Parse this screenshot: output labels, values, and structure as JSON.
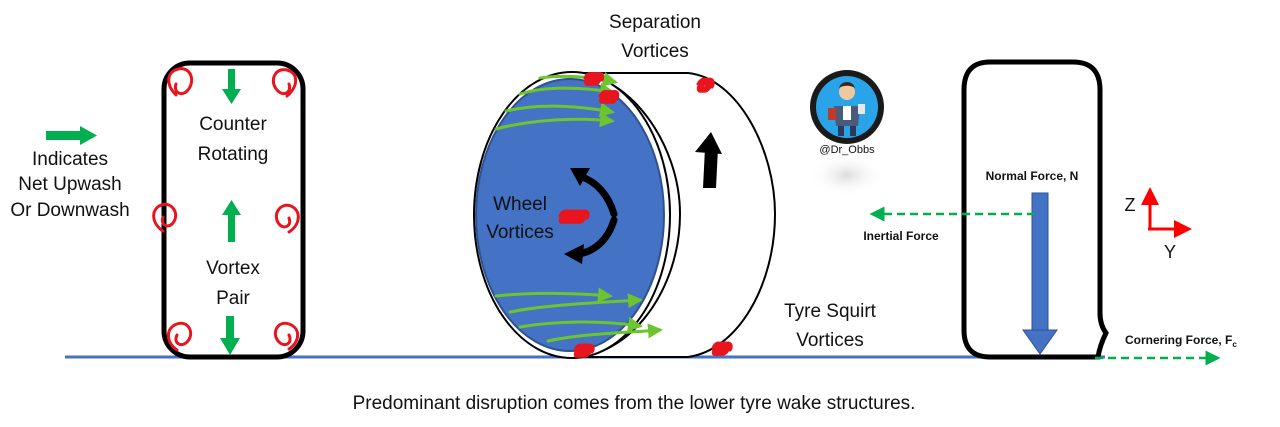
{
  "labels": {
    "legend_text": [
      "Indicates",
      "Net Upwash",
      "Or Downwash"
    ],
    "counter_rotating": [
      "Counter",
      "Rotating"
    ],
    "vortex_pair": [
      "Vortex",
      "Pair"
    ],
    "separation_vortices": [
      "Separation",
      "Vortices"
    ],
    "wheel_vortices": [
      "Wheel",
      "Vortices"
    ],
    "tyre_squirt_vortices": [
      "Tyre Squirt",
      "Vortices"
    ],
    "handle": "@Dr_Obbs",
    "normal_force": "Normal Force, N",
    "inertial_force": "Inertial Force",
    "cornering_force": "Cornering Force, F",
    "cornering_force_sub": "c",
    "axis_z": "Z",
    "axis_y": "Y",
    "caption": "Predominant disruption comes from the lower tyre wake structures."
  },
  "colors": {
    "ground": "#4472c4",
    "vortex": "#e8141e",
    "flow_arrow": "#00b050",
    "wheel_face": "#4472c4",
    "streamline": "#6cc52e",
    "force_arrow": "#4472c4",
    "axis": "#ff0000",
    "dashed_force": "#00b050"
  }
}
